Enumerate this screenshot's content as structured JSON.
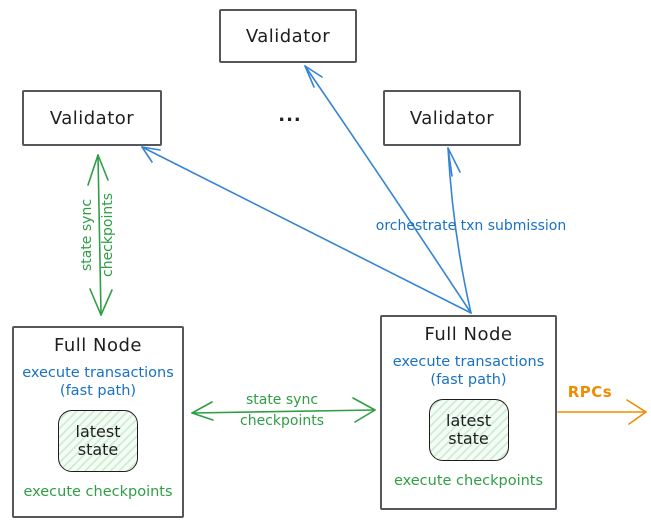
{
  "nodes": {
    "validator_top": {
      "label": "Validator"
    },
    "validator_left": {
      "label": "Validator"
    },
    "validator_right": {
      "label": "Validator"
    },
    "ellipsis": "...",
    "fullnode_left": {
      "title": "Full Node",
      "fast_path_line1": "execute transactions",
      "fast_path_line2": "(fast path)",
      "state_line1": "latest",
      "state_line2": "state",
      "checkpoints": "execute checkpoints"
    },
    "fullnode_right": {
      "title": "Full Node",
      "fast_path_line1": "execute transactions",
      "fast_path_line2": "(fast path)",
      "state_line1": "latest",
      "state_line2": "state",
      "checkpoints": "execute checkpoints"
    }
  },
  "edges": {
    "orchestrate_label": "orchestrate txn submission",
    "left_sync_label_line1": "state sync",
    "left_sync_label_line2": "checkpoints",
    "mid_sync_label_line1": "state sync",
    "mid_sync_label_line2": "checkpoints",
    "rpcs_label": "RPCs"
  },
  "colors": {
    "text_blue": "#1971c2",
    "arrow_blue": "#3584d4",
    "green": "#2f9e44",
    "orange": "#f08c00",
    "ink": "#1e1e1e",
    "box_border": "#54575c",
    "state_fill": "#f4fcf5",
    "state_hatch": "#cdeed3"
  }
}
